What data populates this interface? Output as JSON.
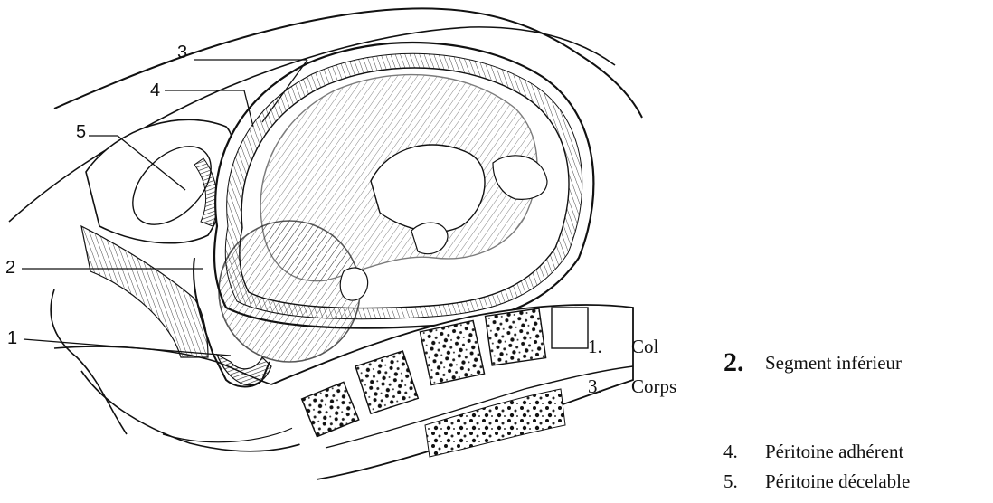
{
  "diagram": {
    "callouts": [
      "1",
      "2",
      "3",
      "4",
      "5"
    ]
  },
  "legend": [
    {
      "num": "1.",
      "label": "Col"
    },
    {
      "num": "2.",
      "label": "Segment inférieur"
    },
    {
      "num": "3.",
      "label": "Corps"
    },
    {
      "num": "4.",
      "label": "Péritoine adhérent"
    },
    {
      "num": "5.",
      "label": "Péritoine décelable"
    }
  ]
}
